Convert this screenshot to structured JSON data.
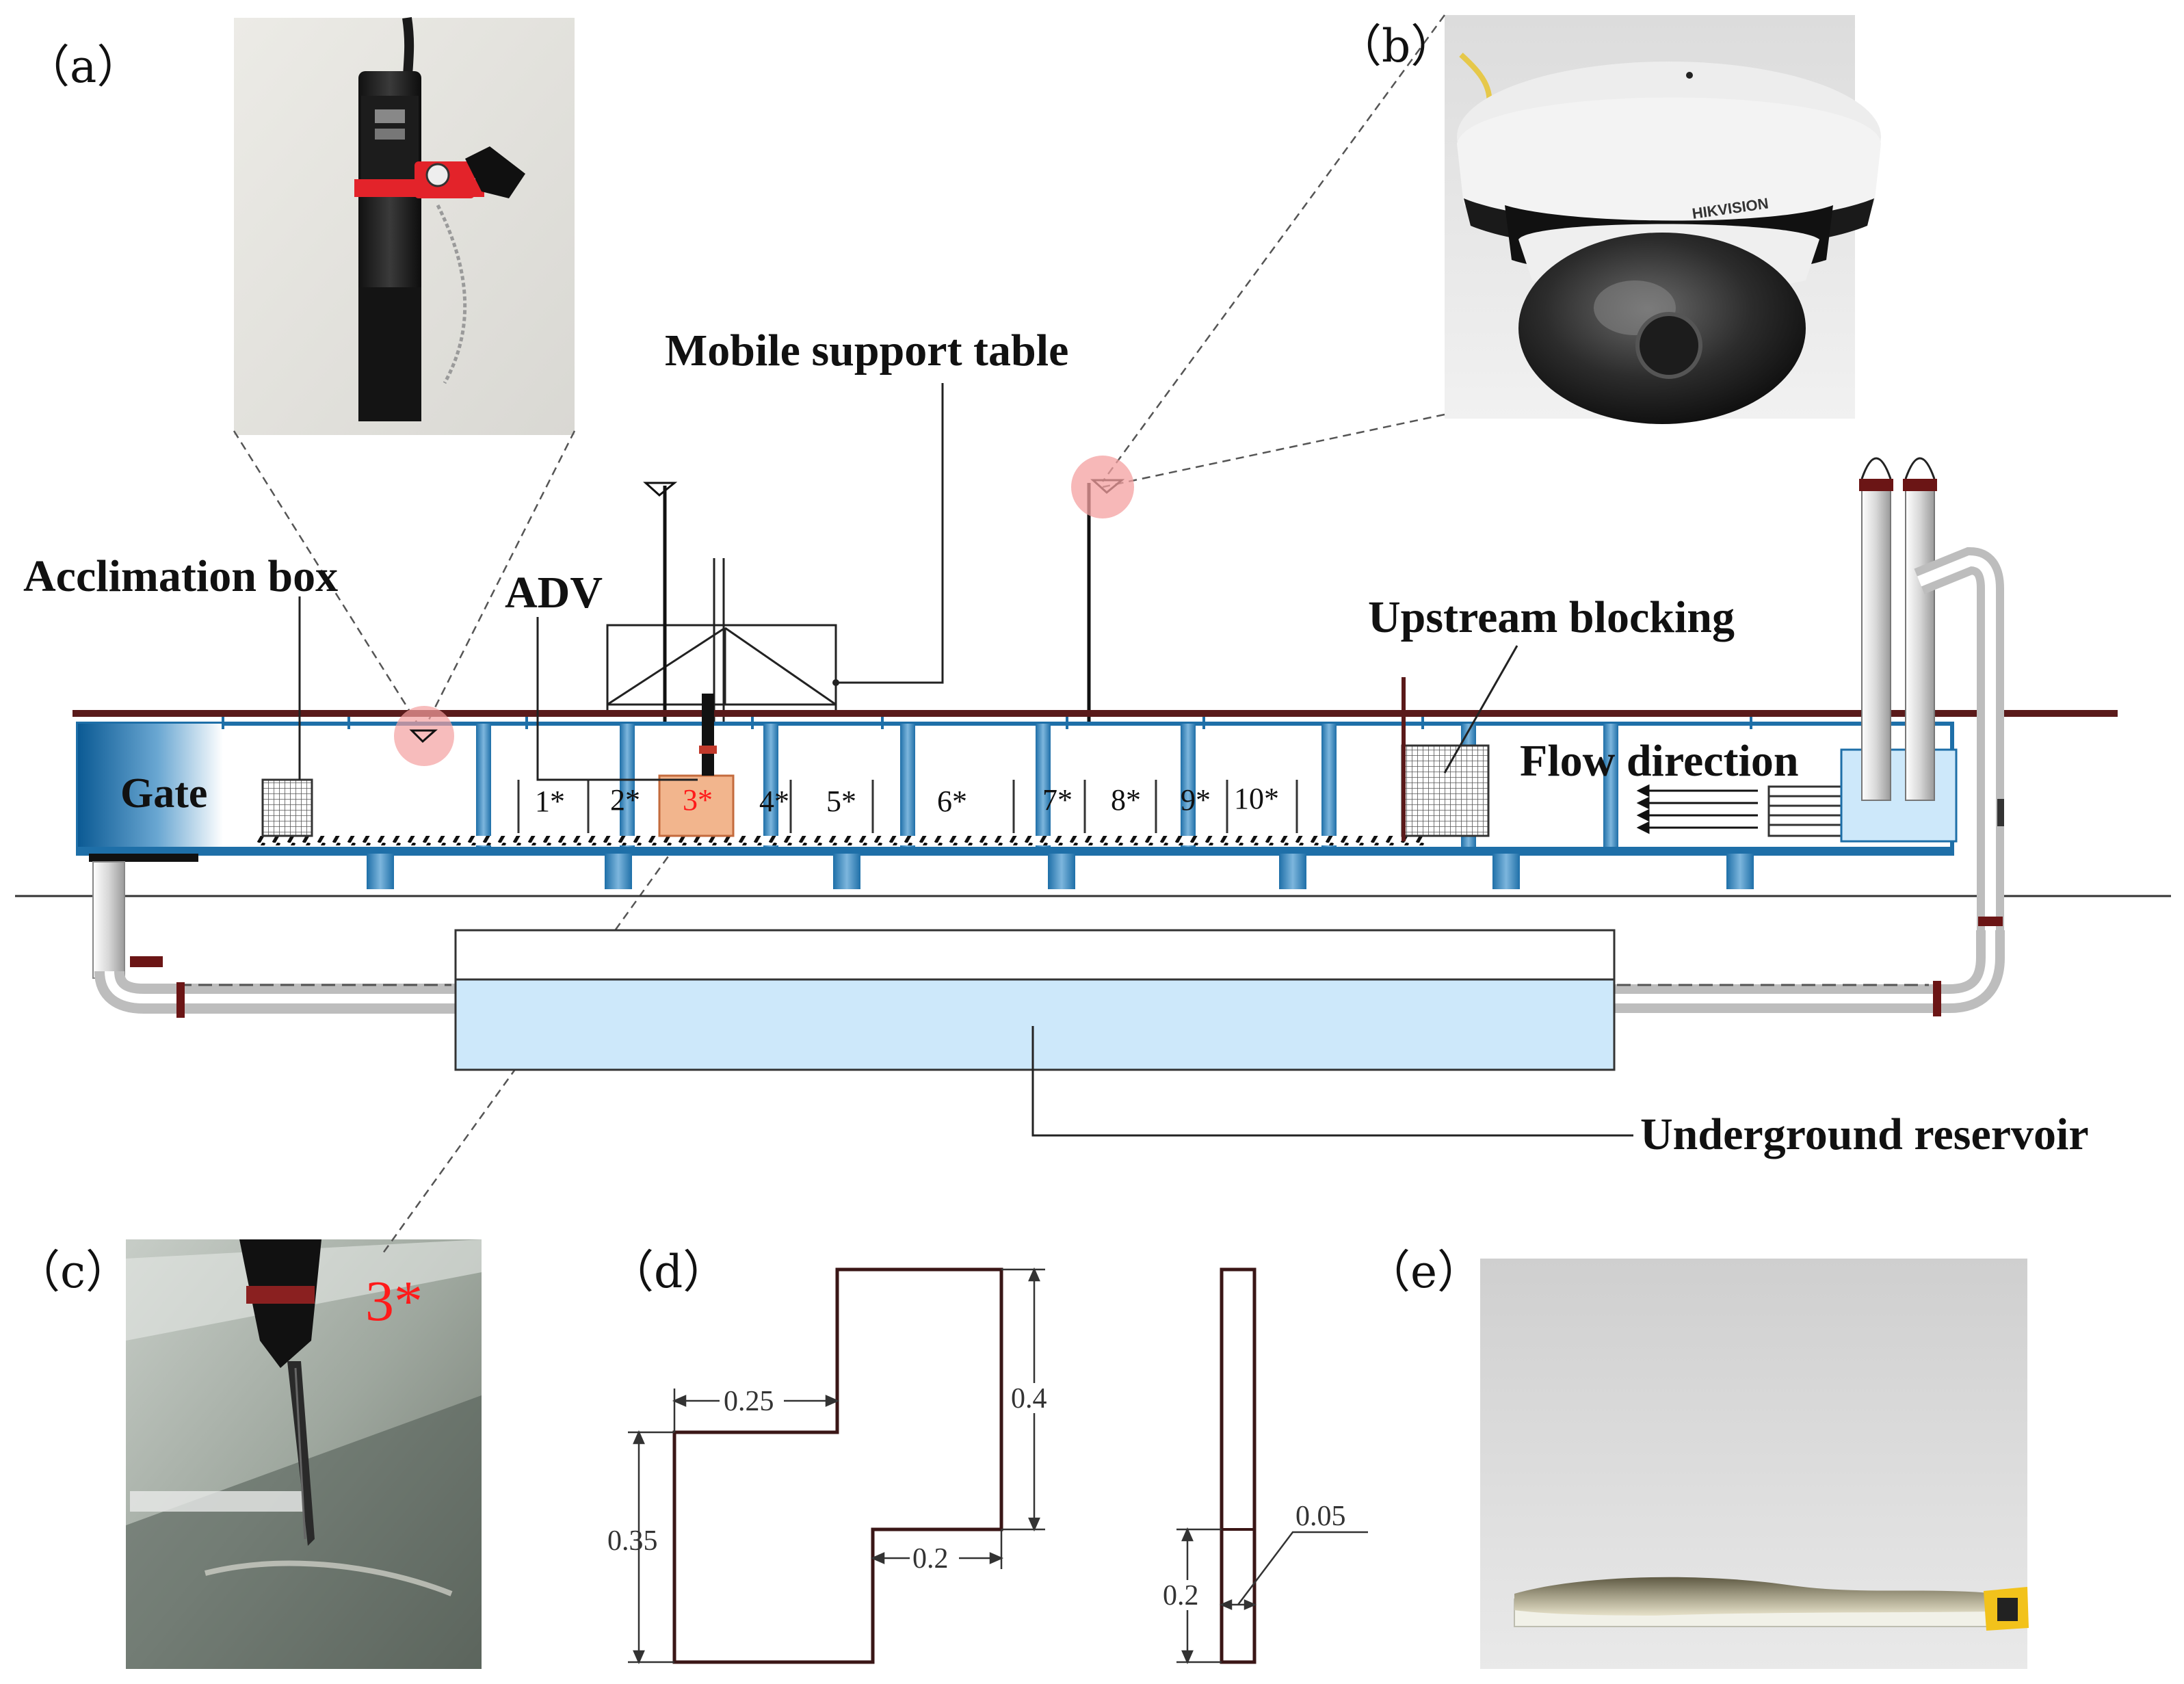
{
  "panels": {
    "a": "（a）",
    "b": "（b）",
    "c": "（c）",
    "d": "（d）",
    "e": "（e）"
  },
  "labels": {
    "mobile_support_table": "Mobile support table",
    "acclimation_box": "Acclimation box",
    "adv": "ADV",
    "upstream_blocking": "Upstream blocking",
    "flow_direction": "Flow direction",
    "gate": "Gate",
    "underground_reservoir": "Underground reservoir"
  },
  "sections": [
    "1*",
    "2*",
    "3*",
    "4*",
    "5*",
    "6*",
    "7*",
    "8*",
    "9*",
    "10*"
  ],
  "highlight_section": "3*",
  "photo_c_marker": "3*",
  "camera_brand": "HIKVISION",
  "dimensions_block": {
    "top_width": "0.25",
    "height_right": "0.4",
    "height_left": "0.35",
    "bottom_step": "0.2"
  },
  "dimensions_plate": {
    "thickness": "0.05",
    "height": "0.2"
  },
  "colors": {
    "flume_blue": "#1e6fa8",
    "water": "#cde8fa",
    "rail": "#5a1a1a",
    "highlight_box": "#f2b58d",
    "callout_circle": "#f4a0a0",
    "marker_red": "#ff1a1a"
  }
}
